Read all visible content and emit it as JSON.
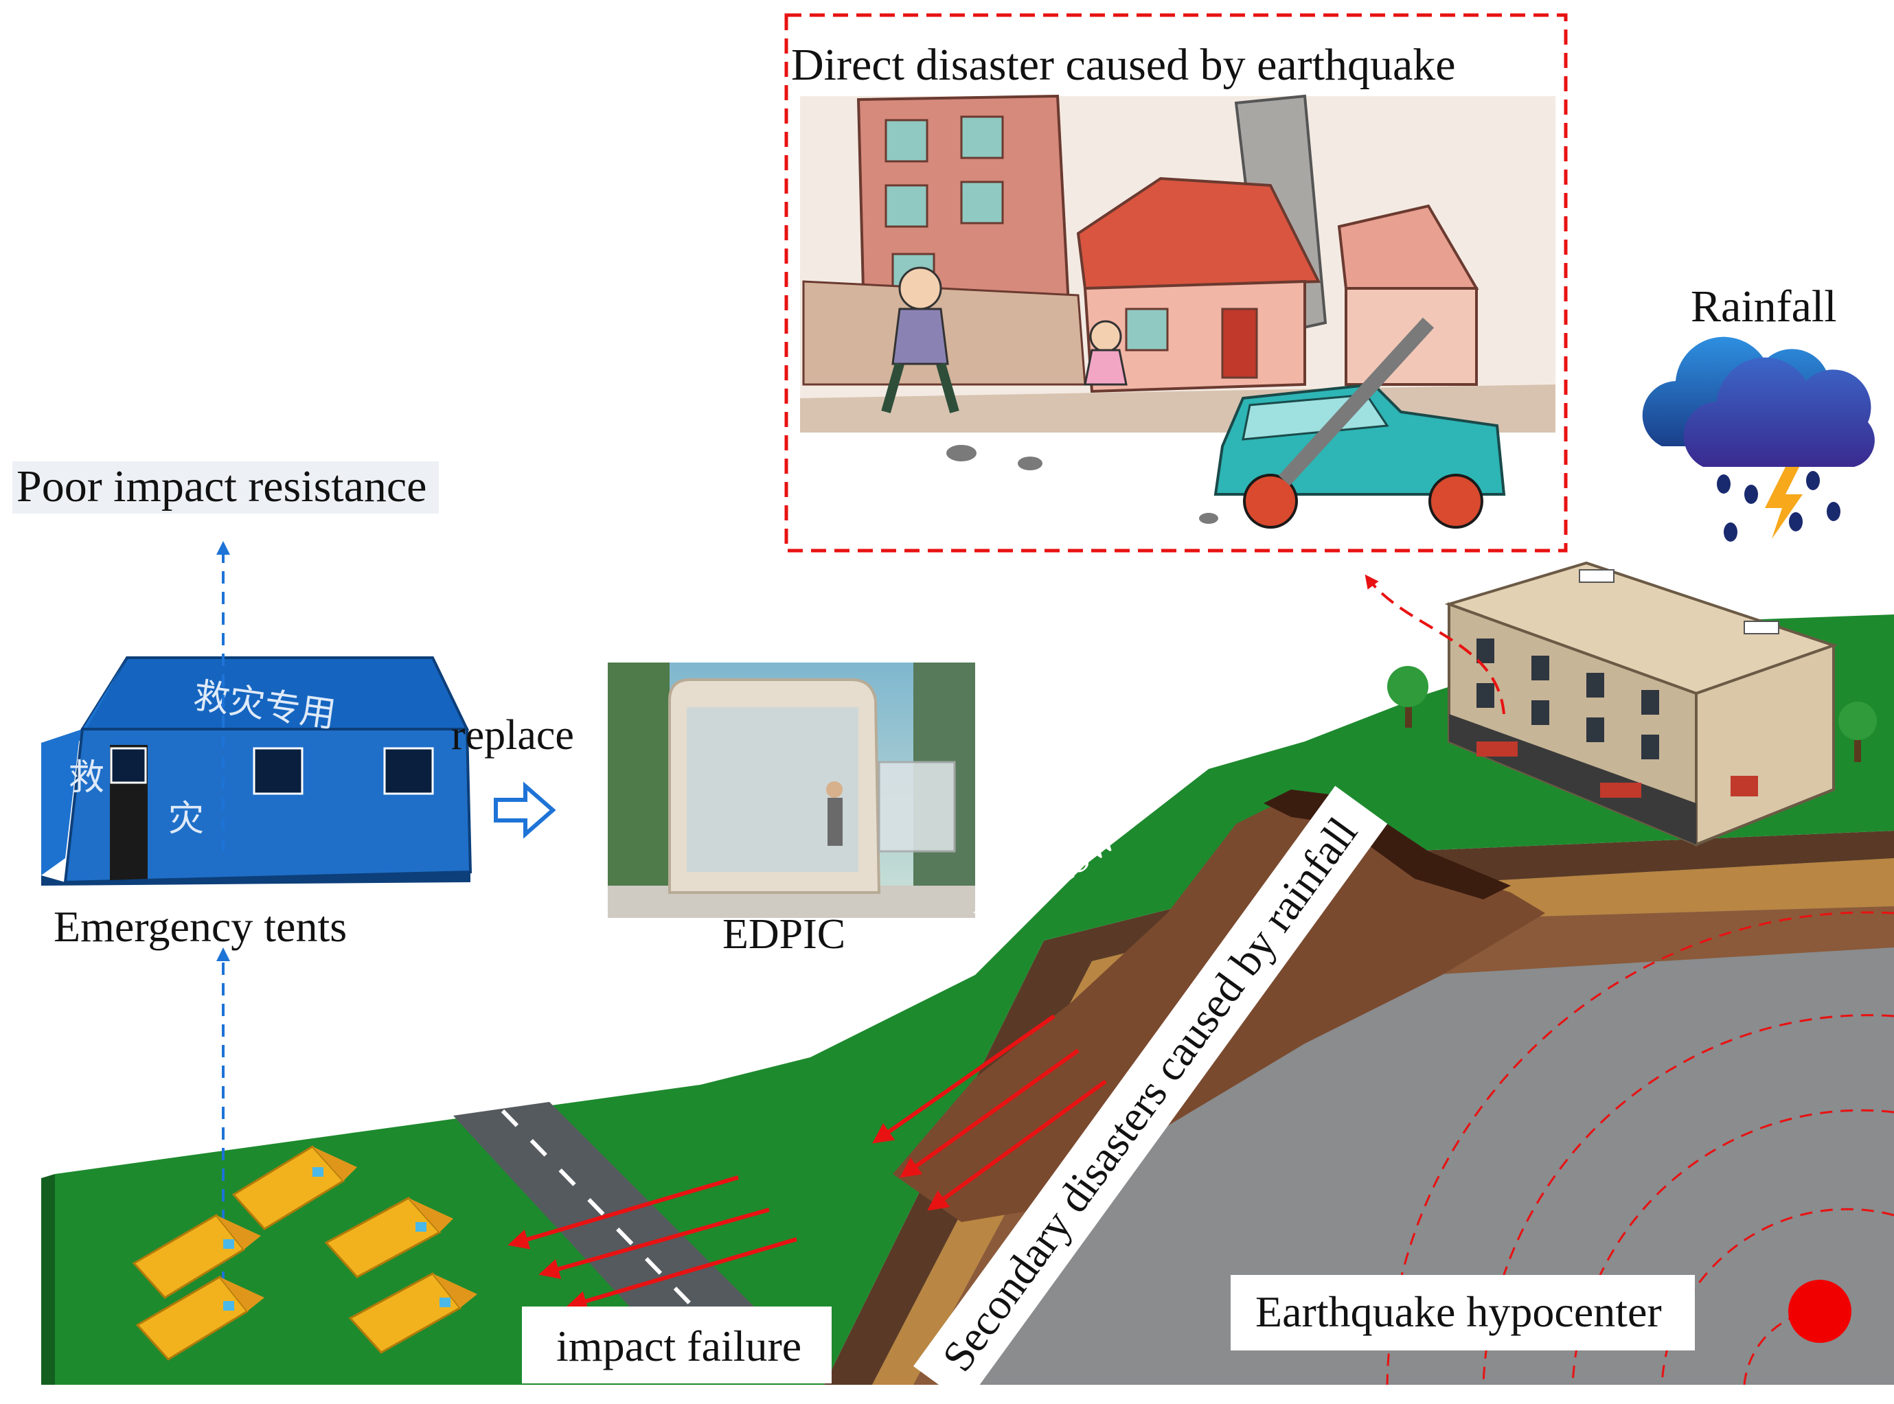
{
  "labels": {
    "poor_impact": "Poor impact resistance",
    "emergency_tents": "Emergency tents",
    "replace": "replace",
    "edpic": "EDPIC",
    "direct_disaster": "Direct disaster caused by earthquake",
    "rainfall": "Rainfall",
    "debris_flow": "Debris flow",
    "secondary": "Secondary disasters caused by rainfall",
    "hypocenter": "Earthquake hypocenter",
    "impact_failure": "impact failure"
  },
  "tent_signage": {
    "roof": "救灾专用",
    "left_wall_1": "救",
    "left_wall_2": "灾"
  },
  "colors": {
    "ground_green": "#1e8a2e",
    "slope_brown": "#7a4a2f",
    "road_gray": "#555a5e",
    "rock_gray": "#8a8c8e",
    "tent_blue": "#1565c0",
    "arrow_blue": "#1e73d6",
    "arrow_red": "#e81212",
    "dash_red": "#e81212",
    "yellow_tent": "#f2b21e",
    "hypocenter_red": "#f10000"
  },
  "icons": [
    "blue-tent-icon",
    "edpic-capsule-icon",
    "rain-cloud-icon",
    "lightning-icon",
    "building-icon",
    "yellow-tent-icon",
    "hypocenter-dot-icon"
  ]
}
